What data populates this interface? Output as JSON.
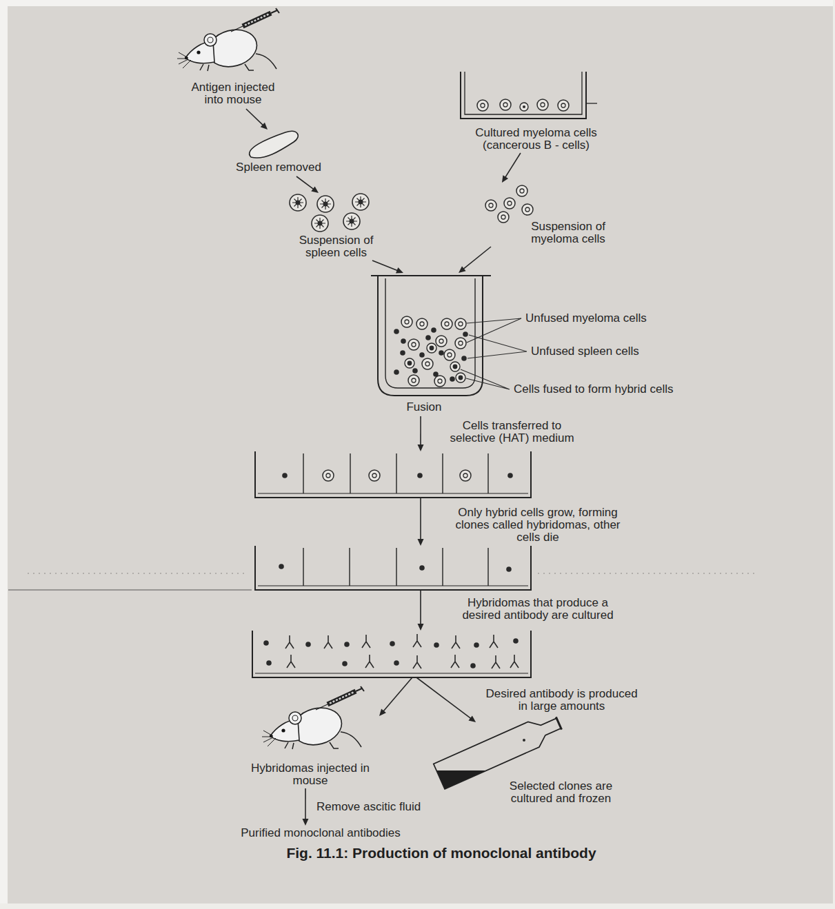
{
  "diagram": {
    "caption": "Fig. 11.1: Production of monoclonal antibody",
    "nodes": [
      {
        "text": [
          "Antigen injected into mouse"
        ]
      },
      {
        "text": [
          "Cultured myeloma cells (cancerous B - cells)"
        ]
      },
      {
        "text": [
          "Spleen removed"
        ]
      },
      {
        "text": [
          "Suspension of spleen cells"
        ]
      },
      {
        "text": [
          "Suspension of myeloma cells"
        ]
      },
      {
        "text": [
          "Fusion"
        ]
      },
      {
        "text": [
          "Cells transferred to selective (HAT) medium"
        ]
      },
      {
        "text": [
          "Only hybrid cells grow, forming clones called hybridomas, other cells die"
        ]
      },
      {
        "text": [
          "Hybridomas that produce a desired antibody are cultured"
        ]
      },
      {
        "text": [
          "Hybridomas injected in mouse"
        ]
      },
      {
        "text": [
          "Selected clones are cultured and frozen"
        ]
      },
      {
        "text": [
          "Purified monoclonal antibodies"
        ]
      }
    ],
    "edges": [
      {
        "from": 0,
        "to": 2,
        "arrow": "to"
      },
      {
        "from": 2,
        "to": 3,
        "arrow": "to"
      },
      {
        "from": 1,
        "to": 4,
        "arrow": "to"
      },
      {
        "from": 3,
        "to": 5,
        "arrow": "to"
      },
      {
        "from": 4,
        "to": 5,
        "arrow": "to"
      },
      {
        "from": 5,
        "to": 6,
        "arrow": "to"
      },
      {
        "from": 6,
        "to": 7,
        "arrow": "to"
      },
      {
        "from": 7,
        "to": 8,
        "arrow": "to"
      },
      {
        "from": 8,
        "to": 9,
        "arrow": "to"
      },
      {
        "from": 8,
        "to": 10,
        "label": "Desired antibody is produced in large amounts",
        "arrow": "to"
      },
      {
        "from": 9,
        "to": 11,
        "label": "Remove ascitic fluid",
        "arrow": "to"
      }
    ],
    "labels": [
      "Unfused myeloma cells",
      "Unfused spleen cells",
      "Cells fused to form hybrid cells"
    ]
  }
}
